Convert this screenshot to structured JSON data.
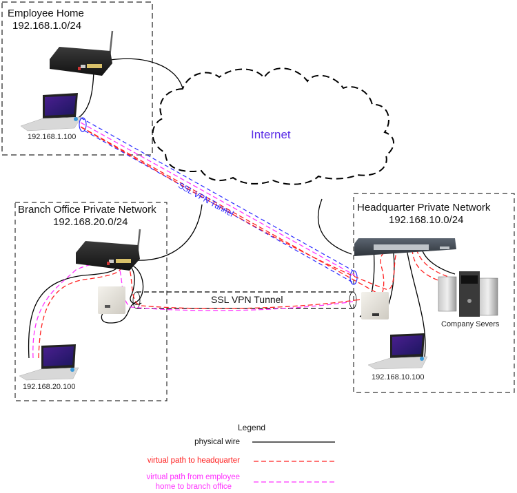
{
  "colors": {
    "physical_wire": "#000000",
    "virtual_path_hq": "#ff2020",
    "virtual_path_branch": "#ff33ff",
    "ssl_tunnel_blue": "#2a2aff",
    "internet_label": "#5a2ee6",
    "zone_border": "#777777"
  },
  "zones": {
    "employee_home": {
      "title": "Employee Home",
      "subnet": "192.168.1.0/24",
      "laptop_ip": "192.168.1.100"
    },
    "branch_office": {
      "title": "Branch Office Private Network",
      "subnet": "192.168.20.0/24",
      "laptop_ip": "192.168.20.100"
    },
    "headquarter": {
      "title": "Headquarter Private Network",
      "subnet": "192.168.10.0/24",
      "laptop_ip": "192.168.10.100",
      "servers_label": "Company Severs"
    }
  },
  "internet": {
    "label": "Internet"
  },
  "tunnels": {
    "diagonal": {
      "label": "SSL VPN Tunnel"
    },
    "horizontal": {
      "label": "SSL VPN Tunnel"
    }
  },
  "legend": {
    "title": "Legend",
    "items": [
      {
        "label": "physical wire",
        "style": "solid",
        "color": "#000000"
      },
      {
        "label": "virtual path to headquarter",
        "style": "dashed",
        "color": "#ff2020"
      },
      {
        "label": "virtual path from employee home to branch office",
        "label_line1": "virtual path from employee",
        "label_line2": "home to branch office",
        "style": "dashed",
        "color": "#ff33ff"
      }
    ]
  }
}
